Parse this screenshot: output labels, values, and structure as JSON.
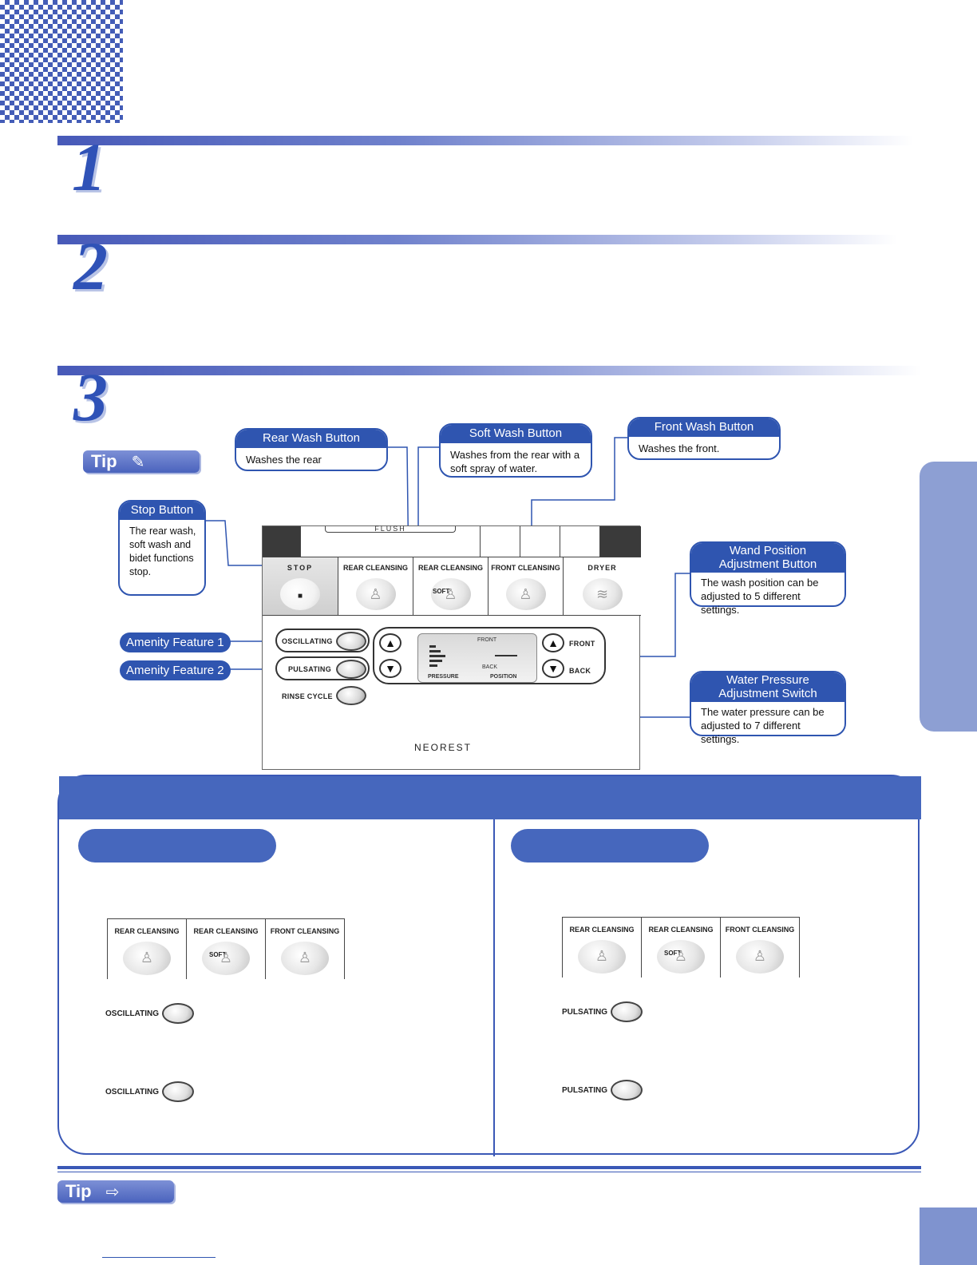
{
  "steps": [
    "1",
    "2",
    "3"
  ],
  "tip_label": "Tip",
  "callouts": {
    "rear_wash": {
      "title": "Rear Wash Button",
      "text": "Washes the rear"
    },
    "soft_wash": {
      "title": "Soft Wash Button",
      "text": "Washes from the rear with a soft spray of water."
    },
    "front_wash": {
      "title": "Front Wash Button",
      "text": "Washes the front."
    },
    "stop": {
      "title": "Stop Button",
      "text": "The rear wash, soft wash and bidet functions stop."
    },
    "wand": {
      "title": "Wand Position Adjustment Button",
      "text": "The wash position can be adjusted to 5 different settings."
    },
    "pressure": {
      "title": "Water Pressure Adjustment Switch",
      "text": "The water pressure can be adjusted to 7 different settings."
    }
  },
  "amenity": [
    "Amenity Feature 1",
    "Amenity Feature 2"
  ],
  "remote": {
    "flush": "FLUSH",
    "buttons": [
      "STOP",
      "REAR CLEANSING",
      "REAR CLEANSING",
      "FRONT CLEANSING",
      "DRYER"
    ],
    "soft": "SOFT",
    "oscillating": "OSCILLATING",
    "pulsating": "PULSATING",
    "rinse_cycle": "RINSE CYCLE",
    "front": "FRONT",
    "back": "BACK",
    "lcd_front": "FRONT",
    "lcd_back": "BACK",
    "pressure": "PRESSURE",
    "position": "POSITION",
    "brand": "NEOREST"
  },
  "mini_panel": {
    "buttons": [
      "REAR CLEANSING",
      "REAR CLEANSING",
      "FRONT CLEANSING"
    ],
    "soft": "SOFT"
  },
  "left_controls": [
    "OSCILLATING",
    "OSCILLATING"
  ],
  "right_controls": [
    "PULSATING",
    "PULSATING"
  ],
  "colors": {
    "accent": "#2f55b0",
    "header_band": "#4667bd",
    "side_tab": "#8d9fd3"
  }
}
